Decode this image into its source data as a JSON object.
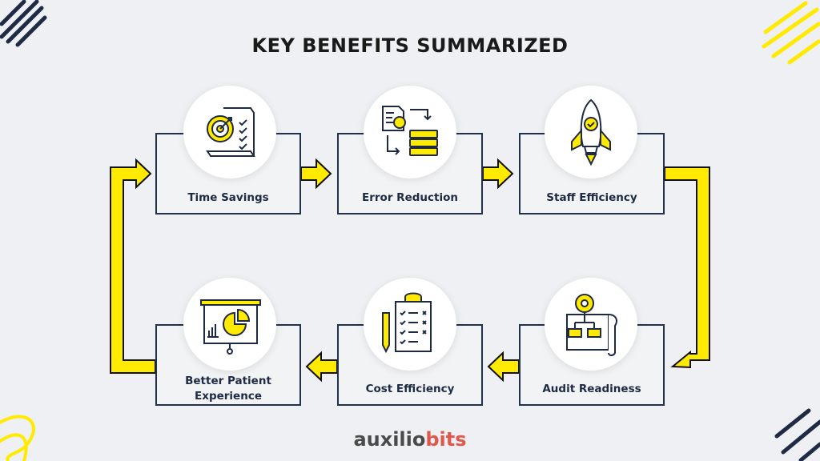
{
  "title": "KEY BENEFITS SUMMARIZED",
  "colors": {
    "accent": "#ffea00",
    "outline": "#24304a",
    "background": "#eef0f3",
    "brand_red": "#e2574c"
  },
  "steps": [
    {
      "label": "Time Savings",
      "icon": "target-checklist-icon"
    },
    {
      "label": "Error Reduction",
      "icon": "document-gear-database-icon"
    },
    {
      "label": "Staff Efficiency",
      "icon": "rocket-icon"
    },
    {
      "label": "Audit Readiness",
      "icon": "gear-blueprint-icon"
    },
    {
      "label": "Cost Efficiency",
      "icon": "clipboard-checklist-icon"
    },
    {
      "label": "Better Patient Experience",
      "icon": "presentation-chart-icon"
    }
  ],
  "logo": {
    "part1": "auxilio",
    "part2": "bits"
  }
}
